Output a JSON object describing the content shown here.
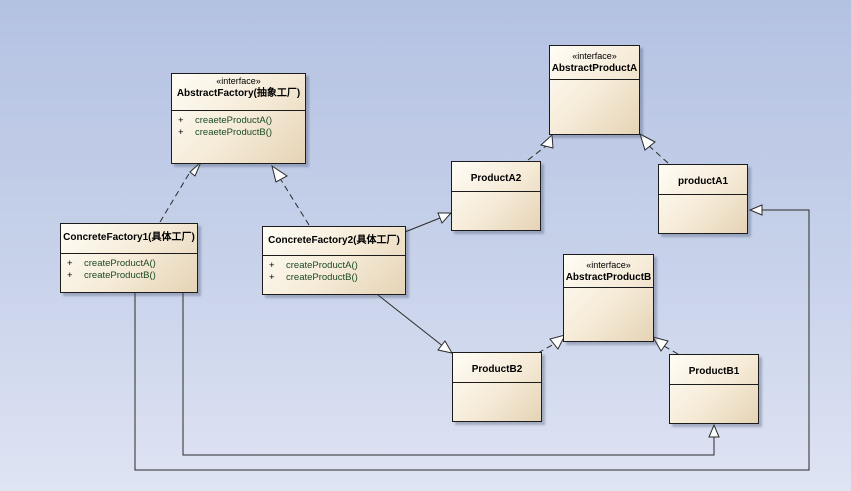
{
  "diagram": {
    "classes": [
      {
        "id": "abstract-factory",
        "stereotype": "«interface»",
        "name": "AbstractFactory(抽象工厂)",
        "operations": [
          {
            "visibility": "+",
            "name": "creaeteProductA()"
          },
          {
            "visibility": "+",
            "name": "creaeteProductB()"
          }
        ]
      },
      {
        "id": "concrete-factory-1",
        "stereotype": "",
        "name": "ConcreteFactory1(具体工厂)",
        "operations": [
          {
            "visibility": "+",
            "name": "createProductA()"
          },
          {
            "visibility": "+",
            "name": "createProductB()"
          }
        ]
      },
      {
        "id": "concrete-factory-2",
        "stereotype": "",
        "name": "ConcreteFactory2(具体工厂)",
        "operations": [
          {
            "visibility": "+",
            "name": "createProductA()"
          },
          {
            "visibility": "+",
            "name": "createProductB()"
          }
        ]
      },
      {
        "id": "abstract-product-a",
        "stereotype": "«interface»",
        "name": "AbstractProductA",
        "operations": []
      },
      {
        "id": "product-a2",
        "stereotype": "",
        "name": "ProductA2",
        "operations": []
      },
      {
        "id": "product-a1",
        "stereotype": "",
        "name": "productA1",
        "operations": []
      },
      {
        "id": "abstract-product-b",
        "stereotype": "«interface»",
        "name": "AbstractProductB",
        "operations": []
      },
      {
        "id": "product-b2",
        "stereotype": "",
        "name": "ProductB2",
        "operations": []
      },
      {
        "id": "product-b1",
        "stereotype": "",
        "name": "ProductB1",
        "operations": []
      }
    ],
    "relationships": [
      {
        "type": "realization",
        "from": "concrete-factory-1",
        "to": "abstract-factory"
      },
      {
        "type": "realization",
        "from": "concrete-factory-2",
        "to": "abstract-factory"
      },
      {
        "type": "realization",
        "from": "product-a2",
        "to": "abstract-product-a"
      },
      {
        "type": "realization",
        "from": "product-a1",
        "to": "abstract-product-a"
      },
      {
        "type": "realization",
        "from": "product-b2",
        "to": "abstract-product-b"
      },
      {
        "type": "realization",
        "from": "product-b1",
        "to": "abstract-product-b"
      },
      {
        "type": "association",
        "from": "concrete-factory-2",
        "to": "product-a2"
      },
      {
        "type": "association",
        "from": "concrete-factory-2",
        "to": "product-b2"
      },
      {
        "type": "association",
        "from": "concrete-factory-1",
        "to": "product-b1"
      },
      {
        "type": "association",
        "from": "concrete-factory-1",
        "to": "product-a1"
      }
    ],
    "colors": {
      "class_fill_light": "#fffdf6",
      "class_fill_dark": "#e5d3b5",
      "border": "#1c1c1c",
      "operation_text": "#1a4a22",
      "background_top": "#b4c2e2",
      "background_bottom": "#dfe4f3"
    }
  }
}
